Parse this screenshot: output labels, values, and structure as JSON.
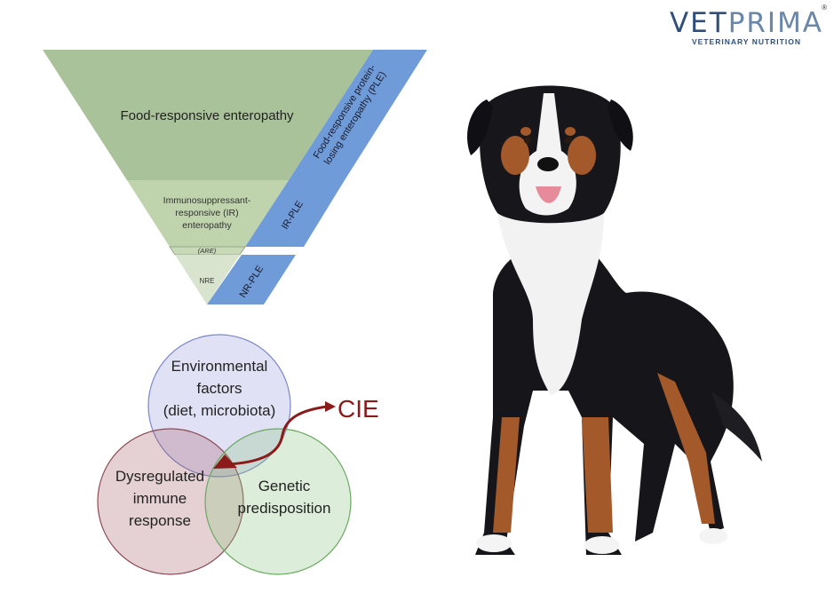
{
  "logo": {
    "brand_a": "VET",
    "brand_b": "PRIMA",
    "tagline": "VETERINARY NUTRITION",
    "registered": "®"
  },
  "pyramid": {
    "fre": "Food-responsive enteropathy",
    "ire": [
      "Immunosuppressant-",
      "responsive (IR)",
      "enteropathy"
    ],
    "are": "(ARE)",
    "nre": "NRE",
    "fr_ple": [
      "Food-responsive protein-",
      "losing enteropathy (PLE)"
    ],
    "ir_ple": "IR-PLE",
    "nr_ple": "NR-PLE"
  },
  "venn": {
    "environmental": [
      "Environmental",
      "factors",
      "(diet, microbiota)"
    ],
    "immune": [
      "Dysregulated",
      "immune",
      "response"
    ],
    "genetic": [
      "Genetic",
      "predisposition"
    ],
    "outcome": "CIE"
  },
  "colors": {
    "green_dark": "#a9c29a",
    "green_mid": "#c0d5ad",
    "green_light": "#d9e4cf",
    "blue": "#6f9bd8",
    "cie": "#8b1a1a"
  }
}
